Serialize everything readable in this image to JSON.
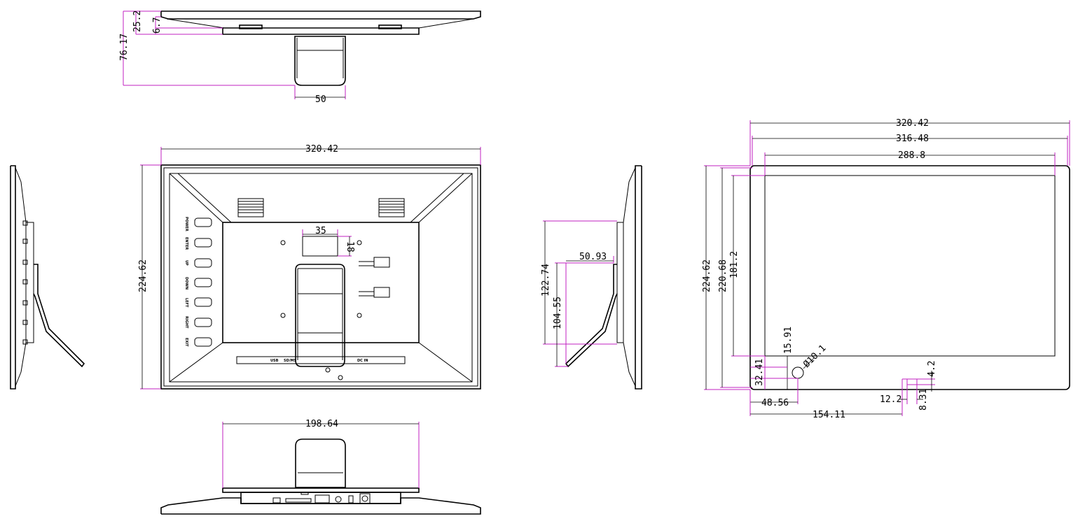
{
  "top_view": {
    "d_height_total": "76.17",
    "d_depth_1": "25.2",
    "d_depth_2": "6.7",
    "d_stand_width": "50"
  },
  "back_view": {
    "d_width": "320.42",
    "d_height": "224.62",
    "d_window_w": "35",
    "d_window_h": "18",
    "buttons": [
      "POWER",
      "ENTER",
      "UP",
      "DOWN",
      "LEFT",
      "RIGHT",
      "EXIT"
    ],
    "bottom_labels": [
      "USB",
      "SD/MS",
      "DC IN"
    ]
  },
  "bottom_view": {
    "d_width": "198.64"
  },
  "side_view": {
    "d_height_1": "122.74",
    "d_height_2": "104.55",
    "d_depth": "50.93"
  },
  "front_view": {
    "d_width_outer": "320.42",
    "d_width_bezel": "316.48",
    "d_width_active": "288.8",
    "d_height_outer": "224.62",
    "d_height_bezel": "220.68",
    "d_height_active": "181.2",
    "d_v1": "15.91",
    "d_v2": "32.41",
    "d_hole": "Ø10.1",
    "d_h1": "48.56",
    "d_h2": "154.11",
    "d_h3": "12.2",
    "d_h4": "8.31",
    "d_h5": "4.2"
  }
}
